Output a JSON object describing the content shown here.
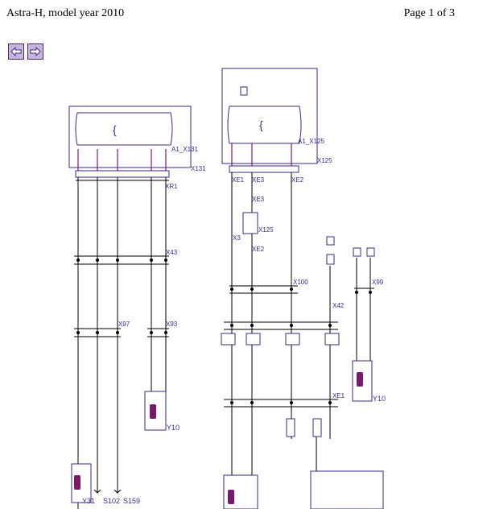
{
  "header": {
    "title": "Astra-H, model year 2010",
    "page": "Page 1 of 3"
  },
  "nav": {
    "back_icon": "arrow-left-icon",
    "forward_icon": "arrow-right-icon"
  },
  "colors": {
    "frame": "#3a2a8c",
    "wire": "#000000",
    "accent": "#7a1a6a",
    "nav_fill": "#c9b3d8"
  },
  "diagram": {
    "left_module": {
      "brace": "{",
      "label": "A1_X131",
      "connector": "X131"
    },
    "right_module": {
      "brace": "{",
      "label": "A1_X125",
      "connector": "X125"
    },
    "connectors": {
      "xr1": "XR1",
      "x43": "X43",
      "x97": "X97",
      "x93": "X93",
      "xe1": "XE1",
      "xe3_top": "XE3",
      "xe2": "XE2",
      "xe3_mid": "XE3",
      "x125_mid": "X125",
      "xe2_mid": "XE2",
      "x3": "X3",
      "x100": "X100",
      "x99": "X99",
      "x42": "X42",
      "xe1_low": "XE1"
    },
    "components": {
      "y10_left": "Y10",
      "y10_right": "Y10",
      "y31": "Y31",
      "s102": "S102",
      "s159": "S159"
    }
  }
}
